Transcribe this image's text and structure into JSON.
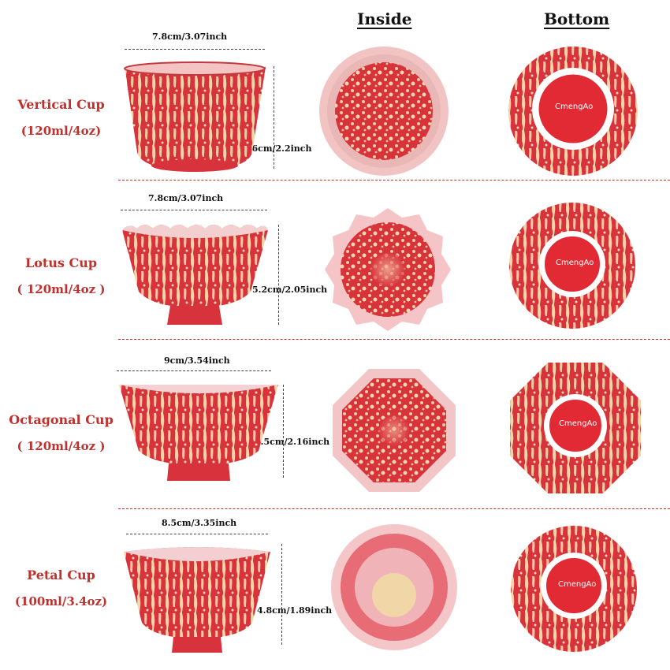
{
  "headers": {
    "inside": "Inside",
    "bottom": "Bottom"
  },
  "rows": [
    {
      "name": "Vertical Cup",
      "capacity": "(120ml/4oz)",
      "width": "7.8cm/3.07inch",
      "height": "5.6cm/2.2inch",
      "brand": "CmengAo"
    },
    {
      "name": "Lotus Cup",
      "capacity": "( 120ml/4oz )",
      "width": "7.8cm/3.07inch",
      "height": "5.2cm/2.05inch",
      "brand": "CmengAo"
    },
    {
      "name": "Octagonal Cup",
      "capacity": "( 120ml/4oz )",
      "width": "9cm/3.54inch",
      "height": "5.5cm/2.16inch",
      "brand": "CmengAo"
    },
    {
      "name": "Petal Cup",
      "capacity": "(100ml/3.4oz)",
      "width": "8.5cm/3.35inch",
      "height": "4.8cm/1.89inch",
      "brand": "CmengAo"
    }
  ],
  "colors": {
    "label_red": "#c0302c",
    "glaze_red": "#d8323c",
    "glaze_cream": "#f1d6a8"
  }
}
